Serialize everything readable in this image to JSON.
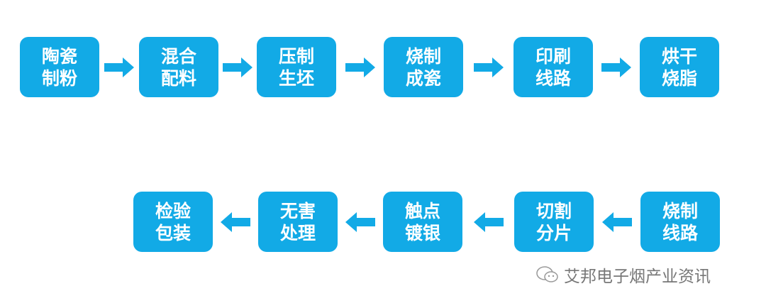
{
  "color_box": "#12aae6",
  "row1": [
    {
      "l1": "陶瓷",
      "l2": "制粉"
    },
    {
      "l1": "混合",
      "l2": "配料"
    },
    {
      "l1": "压制",
      "l2": "生坯"
    },
    {
      "l1": "烧制",
      "l2": "成瓷"
    },
    {
      "l1": "印刷",
      "l2": "线路"
    },
    {
      "l1": "烘干",
      "l2": "烧脂"
    }
  ],
  "row2": [
    {
      "l1": "检验",
      "l2": "包装"
    },
    {
      "l1": "无害",
      "l2": "处理"
    },
    {
      "l1": "触点",
      "l2": "镀银"
    },
    {
      "l1": "切割",
      "l2": "分片"
    },
    {
      "l1": "烧制",
      "l2": "线路"
    }
  ],
  "watermark": {
    "icon": "wechat-icon",
    "text": "艾邦电子烟产业资讯"
  }
}
